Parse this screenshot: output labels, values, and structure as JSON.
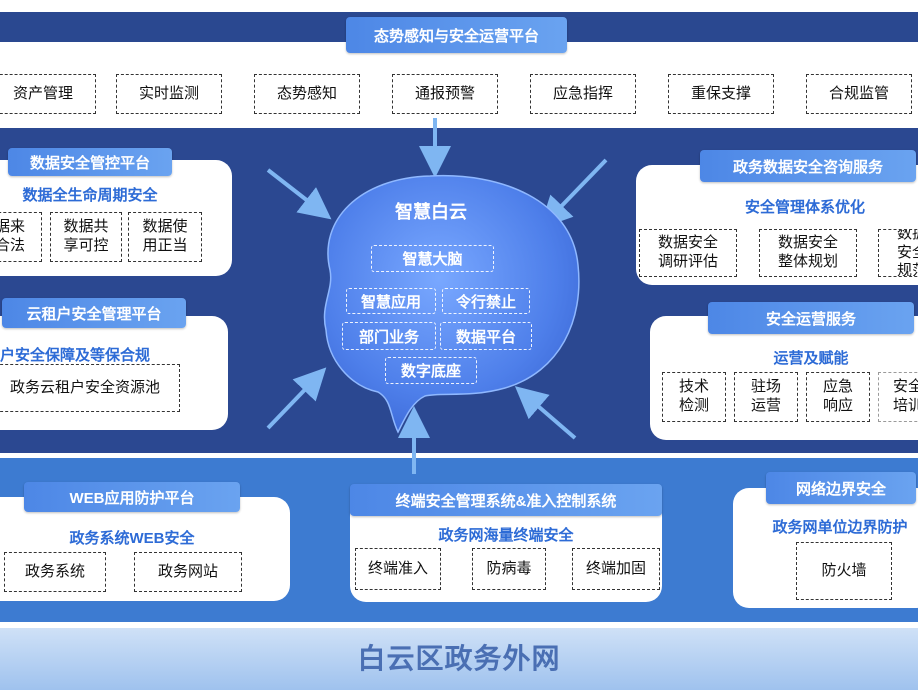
{
  "top": {
    "title": "态势感知与安全运营平台",
    "items": [
      "资产管理",
      "实时监测",
      "态势感知",
      "通报预警",
      "应急指挥",
      "重保支撑",
      "合规监管"
    ]
  },
  "brain": {
    "title": "智慧白云",
    "core": "智慧大脑",
    "modules": [
      "智慧应用",
      "令行禁止",
      "部门业务",
      "数据平台"
    ],
    "base": "数字底座"
  },
  "data_security": {
    "title": "数据安全管控平台",
    "subtitle": "数据全生命周期安全",
    "items": [
      "数据来源合法",
      "数据共享可控",
      "数据使用正当"
    ]
  },
  "cloud_tenant": {
    "title": "云租户安全管理平台",
    "subtitle": "云租户安全保障及等保合规",
    "item": "政务云租户安全资源池"
  },
  "consulting": {
    "title": "政务数据安全咨询服务",
    "subtitle": "安全管理体系优化",
    "items": [
      "数据安全调研评估",
      "数据安全整体规划",
      "数据安全规范"
    ]
  },
  "operations": {
    "title": "安全运营服务",
    "subtitle": "运营及赋能",
    "items": [
      "技术检测",
      "驻场运营",
      "应急响应",
      "安全培训"
    ]
  },
  "web": {
    "title": "WEB应用防护平台",
    "subtitle": "政务系统WEB安全",
    "items": [
      "政务系统",
      "政务网站"
    ]
  },
  "terminal": {
    "title": "终端安全管理系统&准入控制系统",
    "subtitle": "政务网海量终端安全",
    "items": [
      "终端准入",
      "防病毒",
      "终端加固"
    ]
  },
  "border": {
    "title": "网络边界安全",
    "subtitle": "政务网单位边界防护",
    "item": "防火墙"
  },
  "footer": {
    "title": "白云区政务外网"
  },
  "colors": {
    "dark_band": "#2b4891",
    "mid_band": "#3d7bd1",
    "accent": "#2d6bd6",
    "brain": "#5a8cf0"
  }
}
